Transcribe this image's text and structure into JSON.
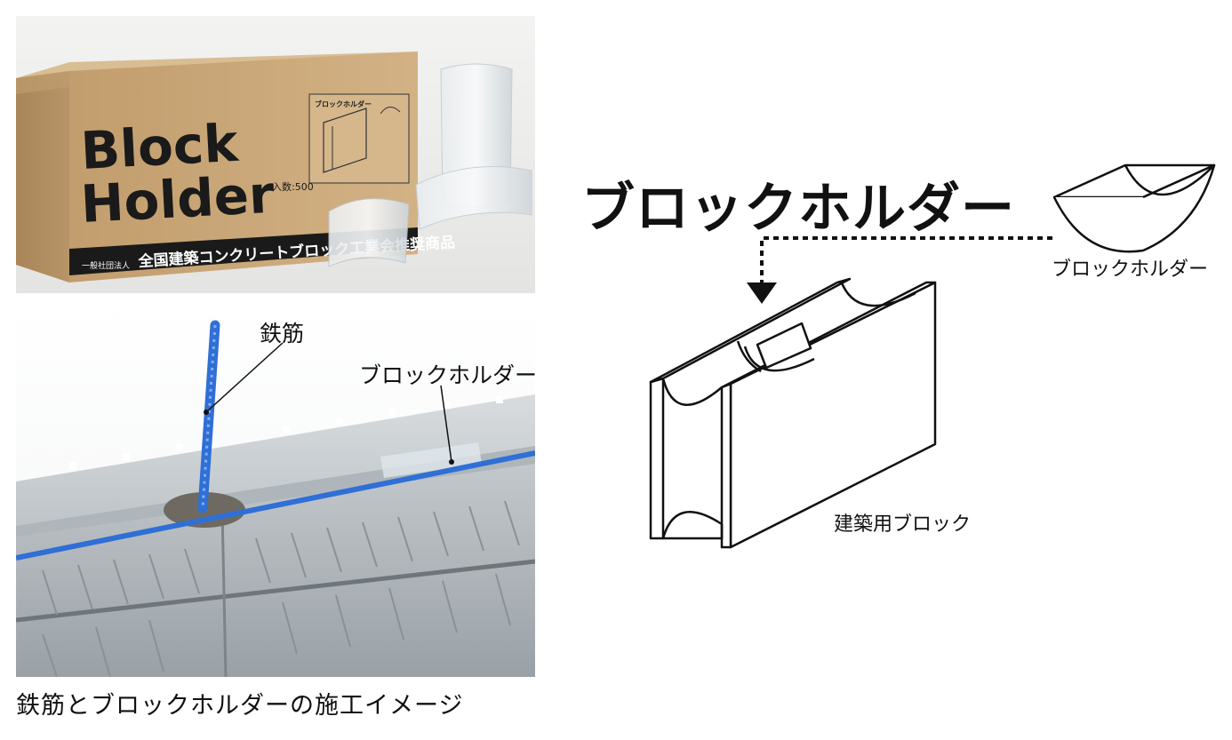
{
  "box_photo": {
    "brand_line1": "Block",
    "brand_line2": "Holder",
    "quantity": "入数:500",
    "org_small": "一般社団法人",
    "org_band": "全国建築コンクリートブロック工業会推奨商品",
    "panel_title": "ブロックホルダー"
  },
  "block_photo": {
    "rebar_label": "鉄筋",
    "holder_label": "ブロックホルダー",
    "caption": "鉄筋とブロックホルダーの施工イメージ"
  },
  "diagram": {
    "title": "ブロックホルダー",
    "holder_label": "ブロックホルダー",
    "block_label": "建築用ブロック"
  },
  "colors": {
    "cardboard": "#c9a77a",
    "rebar": "#2f6fd6",
    "concrete": "#b7bdc2",
    "ink": "#111111"
  }
}
